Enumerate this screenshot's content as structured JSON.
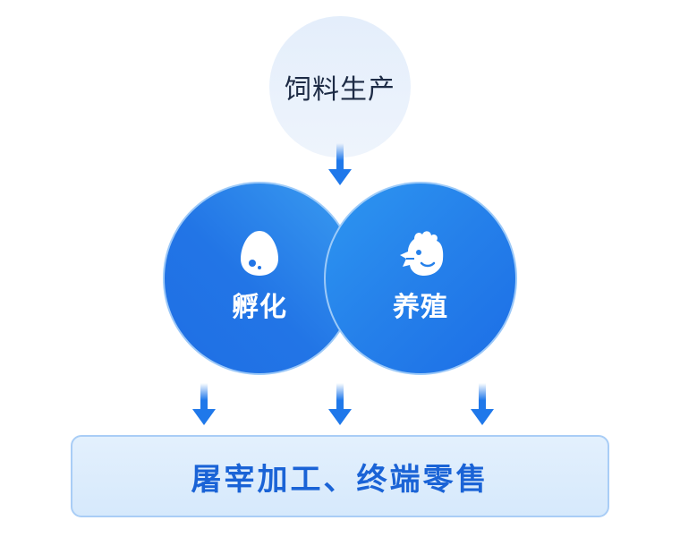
{
  "nodes": {
    "feed": "饲料生产",
    "hatch": "孵化",
    "breed": "养殖",
    "output": "屠宰加工、终端零售"
  },
  "icons": {
    "hatch": "egg-icon",
    "breed": "chicken-head-icon"
  },
  "colors": {
    "feed_circle": "#e8f0fc",
    "circle_blue": "#2275e6",
    "arrow_blue": "#1f78ea",
    "output_text": "#1a63d6",
    "output_bg": "#dcecfc",
    "output_border": "#a9cdf6"
  }
}
